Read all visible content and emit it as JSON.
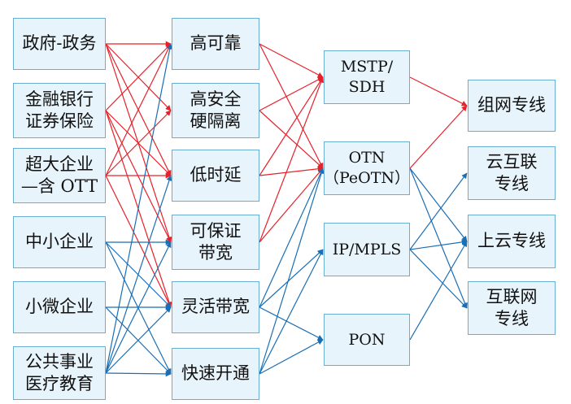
{
  "colors": {
    "red": "#e8202a",
    "blue": "#1a6eb4",
    "box_fill": "#e8f4fb",
    "box_border": "#6aaed2"
  },
  "customers": {
    "gov": [
      "政府-政务"
    ],
    "finance": [
      "金融银行",
      "证券保险"
    ],
    "large": [
      "超大企业",
      "—含 OTT"
    ],
    "sme": [
      "中小企业"
    ],
    "micro": [
      "小微企业"
    ],
    "public": [
      "公共事业",
      "医疗教育"
    ]
  },
  "requirements": {
    "reliable": [
      "高可靠"
    ],
    "secure": [
      "高安全",
      "硬隔离"
    ],
    "latency": [
      "低时延"
    ],
    "bandwidth": [
      "可保证",
      "带宽"
    ],
    "flexible": [
      "灵活带宽"
    ],
    "fast": [
      "快速开通"
    ]
  },
  "technologies": {
    "mstp": [
      "MSTP/",
      "SDH"
    ],
    "otn": [
      "OTN",
      "（PeOTN）"
    ],
    "ipmpls": [
      "IP/MPLS"
    ],
    "pon": [
      "PON"
    ]
  },
  "products": {
    "network": [
      "组网专线"
    ],
    "cloud_interconnect": [
      "云互联",
      "专线"
    ],
    "cloud_access": [
      "上云专线"
    ],
    "internet": [
      "互联网",
      "专线"
    ]
  },
  "edges": [
    {
      "from": "gov",
      "to": "reliable",
      "color": "red"
    },
    {
      "from": "gov",
      "to": "secure",
      "color": "red"
    },
    {
      "from": "gov",
      "to": "latency",
      "color": "red"
    },
    {
      "from": "gov",
      "to": "bandwidth",
      "color": "red"
    },
    {
      "from": "finance",
      "to": "reliable",
      "color": "red"
    },
    {
      "from": "finance",
      "to": "latency",
      "color": "red"
    },
    {
      "from": "finance",
      "to": "bandwidth",
      "color": "red"
    },
    {
      "from": "finance",
      "to": "flexible",
      "color": "red"
    },
    {
      "from": "large",
      "to": "reliable",
      "color": "red"
    },
    {
      "from": "large",
      "to": "secure",
      "color": "red"
    },
    {
      "from": "large",
      "to": "latency",
      "color": "red"
    },
    {
      "from": "large",
      "to": "flexible",
      "color": "red"
    },
    {
      "from": "sme",
      "to": "bandwidth",
      "color": "blue"
    },
    {
      "from": "sme",
      "to": "flexible",
      "color": "blue"
    },
    {
      "from": "sme",
      "to": "fast",
      "color": "blue"
    },
    {
      "from": "micro",
      "to": "flexible",
      "color": "blue"
    },
    {
      "from": "micro",
      "to": "fast",
      "color": "blue"
    },
    {
      "from": "public",
      "to": "reliable",
      "color": "blue"
    },
    {
      "from": "public",
      "to": "latency",
      "color": "blue"
    },
    {
      "from": "public",
      "to": "bandwidth",
      "color": "blue"
    },
    {
      "from": "public",
      "to": "flexible",
      "color": "blue"
    },
    {
      "from": "public",
      "to": "fast",
      "color": "blue"
    },
    {
      "from": "reliable",
      "to": "mstp",
      "color": "red"
    },
    {
      "from": "reliable",
      "to": "otn",
      "color": "red"
    },
    {
      "from": "secure",
      "to": "mstp",
      "color": "red"
    },
    {
      "from": "secure",
      "to": "otn",
      "color": "red"
    },
    {
      "from": "latency",
      "to": "mstp",
      "color": "red"
    },
    {
      "from": "latency",
      "to": "otn",
      "color": "red"
    },
    {
      "from": "bandwidth",
      "to": "mstp",
      "color": "red"
    },
    {
      "from": "bandwidth",
      "to": "otn",
      "color": "red"
    },
    {
      "from": "flexible",
      "to": "otn",
      "color": "blue"
    },
    {
      "from": "flexible",
      "to": "ipmpls",
      "color": "blue"
    },
    {
      "from": "flexible",
      "to": "pon",
      "color": "blue"
    },
    {
      "from": "fast",
      "to": "otn",
      "color": "blue"
    },
    {
      "from": "fast",
      "to": "ipmpls",
      "color": "blue"
    },
    {
      "from": "fast",
      "to": "pon",
      "color": "blue"
    },
    {
      "from": "mstp",
      "to": "network",
      "color": "red"
    },
    {
      "from": "otn",
      "to": "network",
      "color": "red"
    },
    {
      "from": "otn",
      "to": "cloud_access",
      "color": "blue"
    },
    {
      "from": "otn",
      "to": "internet",
      "color": "blue"
    },
    {
      "from": "ipmpls",
      "to": "cloud_interconnect",
      "color": "blue"
    },
    {
      "from": "ipmpls",
      "to": "cloud_access",
      "color": "blue"
    },
    {
      "from": "ipmpls",
      "to": "internet",
      "color": "blue"
    },
    {
      "from": "pon",
      "to": "cloud_access",
      "color": "blue"
    }
  ]
}
